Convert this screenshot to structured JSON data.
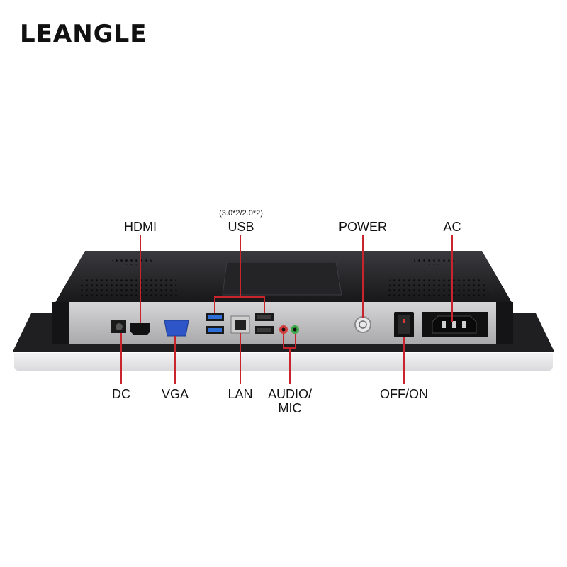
{
  "brand": {
    "logo_text": "LEANGLE"
  },
  "labels": {
    "hdmi": "HDMI",
    "usb_spec": "(3.0*2/2.0*2)",
    "usb": "USB",
    "power": "POWER",
    "ac": "AC",
    "dc": "DC",
    "vga": "VGA",
    "lan": "LAN",
    "audio_line1": "AUDIO/",
    "audio_line2": "MIC",
    "off_on": "OFF/ON"
  },
  "colors": {
    "callout_line": "#c9242b",
    "chassis": "#1c1c1e",
    "panel": "#c2c2c4",
    "bezel": "#e6e6e8",
    "usb3_port": "#2d6fd6",
    "vga_port": "#2d55c8",
    "audio_red": "#d43c3c",
    "audio_green": "#3fa84a"
  }
}
